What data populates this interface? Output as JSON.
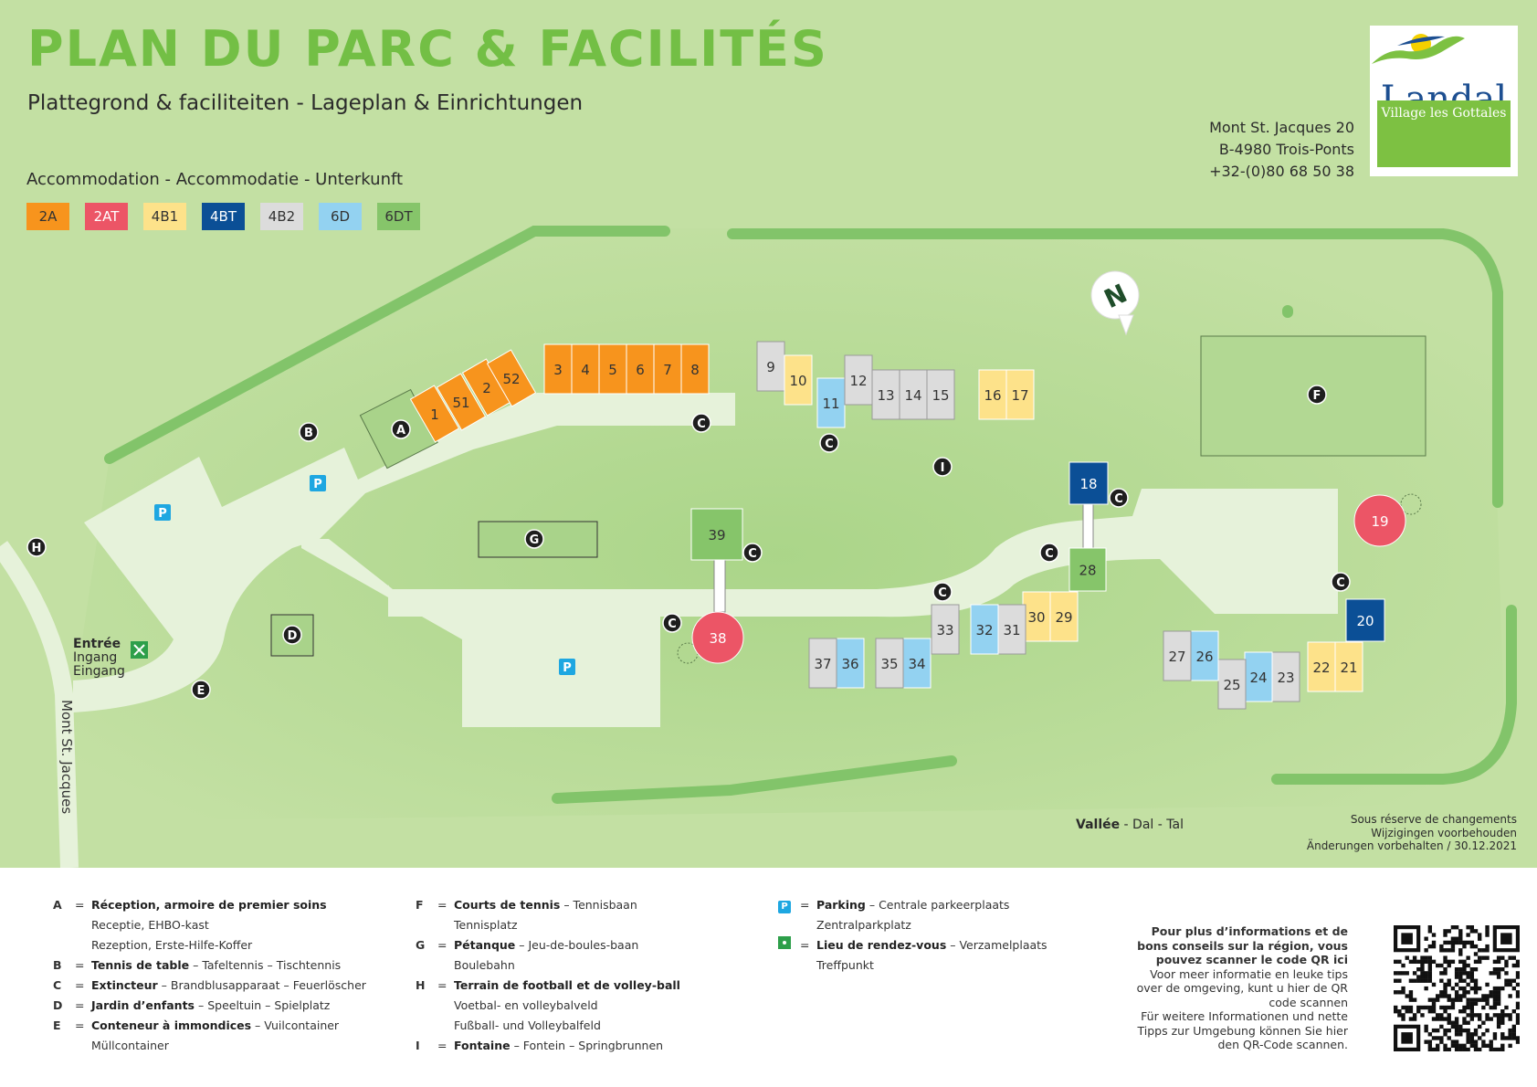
{
  "header": {
    "title": "PLAN DU PARC & FACILITÉS",
    "subtitle": "Plattegrond & faciliteiten - Lageplan & Einrichtungen"
  },
  "accommodation": {
    "title": "Accommodation - Accommodatie - Unterkunft",
    "types": [
      {
        "code": "2A",
        "color": "#f7941d",
        "text_color": "#333333"
      },
      {
        "code": "2AT",
        "color": "#ec5566",
        "text_color": "#ffffff"
      },
      {
        "code": "4B1",
        "color": "#fde28a",
        "text_color": "#333333"
      },
      {
        "code": "4BT",
        "color": "#0b4f96",
        "text_color": "#ffffff"
      },
      {
        "code": "4B2",
        "color": "#dcdcdc",
        "text_color": "#333333"
      },
      {
        "code": "6D",
        "color": "#93d2f1",
        "text_color": "#333333"
      },
      {
        "code": "6DT",
        "color": "#86c56a",
        "text_color": "#333333"
      }
    ]
  },
  "address": {
    "line1": "Mont St. Jacques 20",
    "line2": "B-4980 Trois-Ponts",
    "phone": "+32-(0)80 68 50 38"
  },
  "logo": {
    "brand": "Landal",
    "park": "Village les Gottales"
  },
  "map": {
    "colors": {
      "grass": "#c3e0a3",
      "path": "#e6f2da",
      "hedge": "#82c46a",
      "facility": "#a9d38a",
      "marker": "#1e1e1e"
    },
    "compass": "N",
    "road_label": "Mont St. Jacques",
    "entrance": {
      "fr": "Entrée",
      "nl": "Ingang",
      "de": "Eingang"
    },
    "valley": {
      "fr": "Vallée",
      "rest": " - Dal - Tal"
    },
    "disclaimer": [
      "Sous réserve de changements",
      "Wijzigingen voorbehouden",
      "Änderungen vorbehalten / 30.12.2021"
    ],
    "houses": [
      {
        "n": "3",
        "t": "2A"
      },
      {
        "n": "4",
        "t": "2A"
      },
      {
        "n": "5",
        "t": "2A"
      },
      {
        "n": "6",
        "t": "2A"
      },
      {
        "n": "7",
        "t": "2A"
      },
      {
        "n": "8",
        "t": "2A"
      },
      {
        "n": "1",
        "t": "2A"
      },
      {
        "n": "51",
        "t": "2A"
      },
      {
        "n": "2",
        "t": "2A"
      },
      {
        "n": "52",
        "t": "2A"
      },
      {
        "n": "9",
        "t": "4B2"
      },
      {
        "n": "10",
        "t": "4B1"
      },
      {
        "n": "11",
        "t": "6D"
      },
      {
        "n": "12",
        "t": "4B2"
      },
      {
        "n": "13",
        "t": "4B2"
      },
      {
        "n": "14",
        "t": "4B2"
      },
      {
        "n": "15",
        "t": "4B2"
      },
      {
        "n": "16",
        "t": "4B1"
      },
      {
        "n": "17",
        "t": "4B1"
      },
      {
        "n": "18",
        "t": "4BT"
      },
      {
        "n": "19",
        "t": "2AT"
      },
      {
        "n": "20",
        "t": "4BT"
      },
      {
        "n": "21",
        "t": "4B1"
      },
      {
        "n": "22",
        "t": "4B1"
      },
      {
        "n": "23",
        "t": "4B2"
      },
      {
        "n": "24",
        "t": "6D"
      },
      {
        "n": "25",
        "t": "4B2"
      },
      {
        "n": "26",
        "t": "6D"
      },
      {
        "n": "27",
        "t": "4B2"
      },
      {
        "n": "28",
        "t": "6DT"
      },
      {
        "n": "29",
        "t": "4B1"
      },
      {
        "n": "30",
        "t": "4B1"
      },
      {
        "n": "31",
        "t": "4B2"
      },
      {
        "n": "32",
        "t": "6D"
      },
      {
        "n": "33",
        "t": "4B2"
      },
      {
        "n": "34",
        "t": "6D"
      },
      {
        "n": "35",
        "t": "4B2"
      },
      {
        "n": "36",
        "t": "6D"
      },
      {
        "n": "37",
        "t": "4B2"
      },
      {
        "n": "38",
        "t": "2AT"
      },
      {
        "n": "39",
        "t": "6DT"
      }
    ],
    "markers": [
      "A",
      "B",
      "C",
      "D",
      "E",
      "F",
      "G",
      "H",
      "I"
    ],
    "parking_symbol": "P"
  },
  "legend_facilities": {
    "col1": [
      {
        "key": "A",
        "bold": "Réception, armoire de premier soins",
        "rest": "",
        "lines": [
          "Receptie, EHBO-kast",
          "Rezeption, Erste-Hilfe-Koffer"
        ]
      },
      {
        "key": "B",
        "bold": "Tennis de table",
        "rest": " – Tafeltennis – Tischtennis",
        "lines": []
      },
      {
        "key": "C",
        "bold": "Extincteur",
        "rest": " – Brandblusapparaat – Feuerlöscher",
        "lines": []
      },
      {
        "key": "D",
        "bold": "Jardin d’enfants",
        "rest": " – Speeltuin – Spielplatz",
        "lines": []
      },
      {
        "key": "E",
        "bold": "Conteneur à immondices",
        "rest": " – Vuilcontainer",
        "lines": [
          "Müllcontainer"
        ]
      }
    ],
    "col2": [
      {
        "key": "F",
        "bold": "Courts de tennis",
        "rest": " – Tennisbaan",
        "lines": [
          "Tennisplatz"
        ]
      },
      {
        "key": "G",
        "bold": "Pétanque",
        "rest": " – Jeu-de-boules-baan",
        "lines": [
          "Boulebahn"
        ]
      },
      {
        "key": "H",
        "bold": "Terrain de football et de volley-ball",
        "rest": "",
        "lines": [
          "Voetbal- en volleybalveld",
          "Fußball- und Volleybalfeld"
        ]
      },
      {
        "key": "I",
        "bold": "Fontaine",
        "rest": " – Fontein – Springbrunnen",
        "lines": []
      }
    ],
    "col3": [
      {
        "icon": "parking",
        "bold": "Parking",
        "rest": " – Centrale parkeerplaats",
        "lines": [
          "Zentralparkplatz"
        ]
      },
      {
        "icon": "meeting",
        "bold": "Lieu de rendez-vous",
        "rest": " – Verzamelplaats",
        "lines": [
          "Treffpunkt"
        ]
      }
    ]
  },
  "qr": {
    "bold": "Pour plus d’informations et de bons conseils sur la région, vous pouvez scanner le code QR ici",
    "nl": "Voor meer informatie en leuke tips over de omgeving, kunt u hier de QR code scannen",
    "de": "Für weitere Informationen und nette Tipps zur Umgebung können Sie hier den QR-Code scannen."
  }
}
